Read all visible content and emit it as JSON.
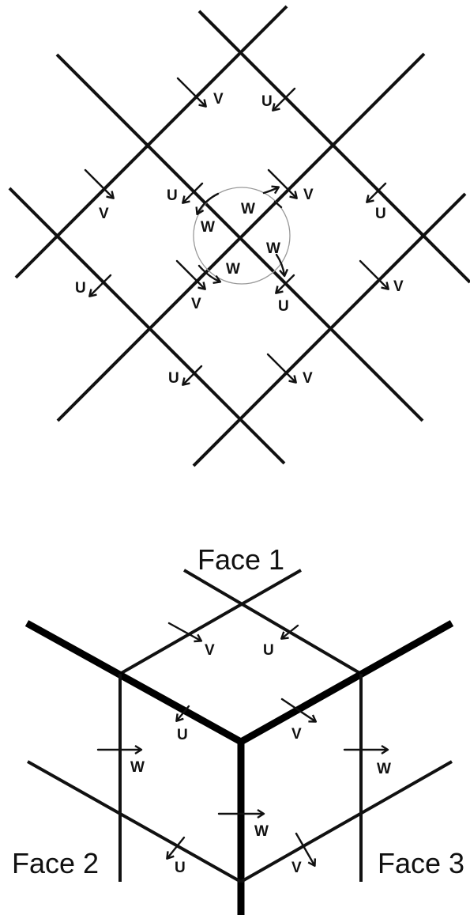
{
  "labels": {
    "u": "U",
    "v": "V",
    "w": "W"
  },
  "faces": {
    "face1": "Face 1",
    "face2": "Face 2",
    "face3": "Face 3"
  }
}
